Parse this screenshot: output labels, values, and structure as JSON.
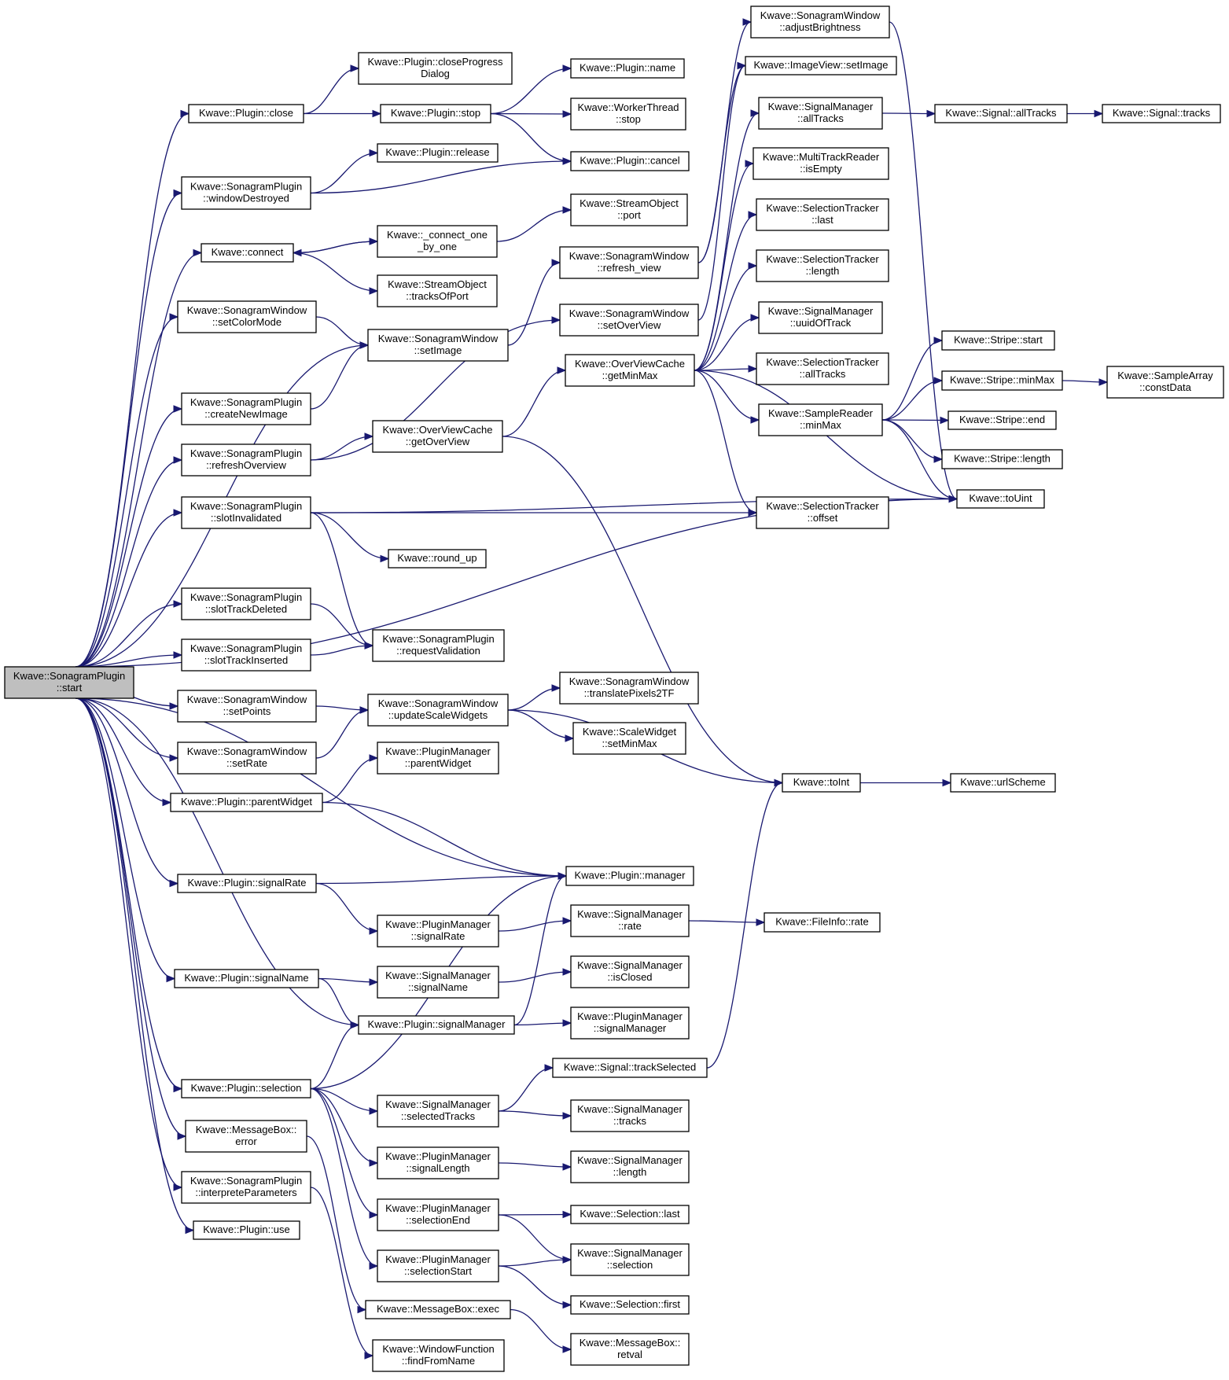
{
  "graph": {
    "edge_color": "#191970",
    "root_fill": "#bfbfbf",
    "nodes": [
      {
        "id": "start",
        "lines": [
          "Kwave::SonagramPlugin",
          "::start"
        ],
        "root": true
      },
      {
        "id": "close",
        "lines": [
          "Kwave::Plugin::close"
        ]
      },
      {
        "id": "closeProgress",
        "lines": [
          "Kwave::Plugin::closeProgress",
          "Dialog"
        ]
      },
      {
        "id": "name",
        "lines": [
          "Kwave::Plugin::name"
        ]
      },
      {
        "id": "stop",
        "lines": [
          "Kwave::Plugin::stop"
        ]
      },
      {
        "id": "wtStop",
        "lines": [
          "Kwave::WorkerThread",
          "::stop"
        ]
      },
      {
        "id": "release",
        "lines": [
          "Kwave::Plugin::release"
        ]
      },
      {
        "id": "cancel",
        "lines": [
          "Kwave::Plugin::cancel"
        ]
      },
      {
        "id": "windowDestroyed",
        "lines": [
          "Kwave::SonagramPlugin",
          "::windowDestroyed"
        ]
      },
      {
        "id": "soPort",
        "lines": [
          "Kwave::StreamObject",
          "::port"
        ]
      },
      {
        "id": "connect",
        "lines": [
          "Kwave::connect"
        ]
      },
      {
        "id": "connectOne",
        "lines": [
          "Kwave::_connect_one",
          "_by_one"
        ]
      },
      {
        "id": "tracksOfPort",
        "lines": [
          "Kwave::StreamObject",
          "::tracksOfPort"
        ]
      },
      {
        "id": "setColorMode",
        "lines": [
          "Kwave::SonagramWindow",
          "::setColorMode"
        ]
      },
      {
        "id": "swSetImage",
        "lines": [
          "Kwave::SonagramWindow",
          "::setImage"
        ]
      },
      {
        "id": "createNewImage",
        "lines": [
          "Kwave::SonagramPlugin",
          "::createNewImage"
        ]
      },
      {
        "id": "refreshOverview",
        "lines": [
          "Kwave::SonagramPlugin",
          "::refreshOverview"
        ]
      },
      {
        "id": "getOverView",
        "lines": [
          "Kwave::OverViewCache",
          "::getOverView"
        ]
      },
      {
        "id": "slotInvalidated",
        "lines": [
          "Kwave::SonagramPlugin",
          "::slotInvalidated"
        ]
      },
      {
        "id": "roundUp",
        "lines": [
          "Kwave::round_up"
        ]
      },
      {
        "id": "slotTrackDeleted",
        "lines": [
          "Kwave::SonagramPlugin",
          "::slotTrackDeleted"
        ]
      },
      {
        "id": "requestValidation",
        "lines": [
          "Kwave::SonagramPlugin",
          "::requestValidation"
        ]
      },
      {
        "id": "slotTrackInserted",
        "lines": [
          "Kwave::SonagramPlugin",
          "::slotTrackInserted"
        ]
      },
      {
        "id": "setPoints",
        "lines": [
          "Kwave::SonagramWindow",
          "::setPoints"
        ]
      },
      {
        "id": "updateScaleWidgets",
        "lines": [
          "Kwave::SonagramWindow",
          "::updateScaleWidgets"
        ]
      },
      {
        "id": "setRate",
        "lines": [
          "Kwave::SonagramWindow",
          "::setRate"
        ]
      },
      {
        "id": "pmParentWidget",
        "lines": [
          "Kwave::PluginManager",
          "::parentWidget"
        ]
      },
      {
        "id": "parentWidget",
        "lines": [
          "Kwave::Plugin::parentWidget"
        ]
      },
      {
        "id": "signalRate",
        "lines": [
          "Kwave::Plugin::signalRate"
        ]
      },
      {
        "id": "pmSignalRate",
        "lines": [
          "Kwave::PluginManager",
          "::signalRate"
        ]
      },
      {
        "id": "signalName",
        "lines": [
          "Kwave::Plugin::signalName"
        ]
      },
      {
        "id": "smSignalName",
        "lines": [
          "Kwave::SignalManager",
          "::signalName"
        ]
      },
      {
        "id": "signalManager",
        "lines": [
          "Kwave::Plugin::signalManager"
        ]
      },
      {
        "id": "selection",
        "lines": [
          "Kwave::Plugin::selection"
        ]
      },
      {
        "id": "selectedTracks",
        "lines": [
          "Kwave::SignalManager",
          "::selectedTracks"
        ]
      },
      {
        "id": "mbError",
        "lines": [
          "Kwave::MessageBox::",
          "error"
        ]
      },
      {
        "id": "signalLength",
        "lines": [
          "Kwave::PluginManager",
          "::signalLength"
        ]
      },
      {
        "id": "interprete",
        "lines": [
          "Kwave::SonagramPlugin",
          "::interpreteParameters"
        ]
      },
      {
        "id": "selectionEnd",
        "lines": [
          "Kwave::PluginManager",
          "::selectionEnd"
        ]
      },
      {
        "id": "use",
        "lines": [
          "Kwave::Plugin::use"
        ]
      },
      {
        "id": "selectionStart",
        "lines": [
          "Kwave::PluginManager",
          "::selectionStart"
        ]
      },
      {
        "id": "mbExec",
        "lines": [
          "Kwave::MessageBox::exec"
        ]
      },
      {
        "id": "findFromName",
        "lines": [
          "Kwave::WindowFunction",
          "::findFromName"
        ]
      },
      {
        "id": "adjustBrightness",
        "lines": [
          "Kwave::SonagramWindow",
          "::adjustBrightness"
        ]
      },
      {
        "id": "ivSetImage",
        "lines": [
          "Kwave::ImageView::setImage"
        ]
      },
      {
        "id": "smAllTracks",
        "lines": [
          "Kwave::SignalManager",
          "::allTracks"
        ]
      },
      {
        "id": "mtrIsEmpty",
        "lines": [
          "Kwave::MultiTrackReader",
          "::isEmpty"
        ]
      },
      {
        "id": "stLast",
        "lines": [
          "Kwave::SelectionTracker",
          "::last"
        ]
      },
      {
        "id": "stLength",
        "lines": [
          "Kwave::SelectionTracker",
          "::length"
        ]
      },
      {
        "id": "refreshView",
        "lines": [
          "Kwave::SonagramWindow",
          "::refresh_view"
        ]
      },
      {
        "id": "setOverView",
        "lines": [
          "Kwave::SonagramWindow",
          "::setOverView"
        ]
      },
      {
        "id": "uuidOfTrack",
        "lines": [
          "Kwave::SignalManager",
          "::uuidOfTrack"
        ]
      },
      {
        "id": "getMinMax",
        "lines": [
          "Kwave::OverViewCache",
          "::getMinMax"
        ]
      },
      {
        "id": "stAllTracks",
        "lines": [
          "Kwave::SelectionTracker",
          "::allTracks"
        ]
      },
      {
        "id": "srMinMax",
        "lines": [
          "Kwave::SampleReader",
          "::minMax"
        ]
      },
      {
        "id": "stOffset",
        "lines": [
          "Kwave::SelectionTracker",
          "::offset"
        ]
      },
      {
        "id": "translatePixels",
        "lines": [
          "Kwave::SonagramWindow",
          "::translatePixels2TF"
        ]
      },
      {
        "id": "swSetMinMax",
        "lines": [
          "Kwave::ScaleWidget",
          "::setMinMax"
        ]
      },
      {
        "id": "toInt",
        "lines": [
          "Kwave::toInt"
        ]
      },
      {
        "id": "manager",
        "lines": [
          "Kwave::Plugin::manager"
        ]
      },
      {
        "id": "smRate",
        "lines": [
          "Kwave::SignalManager",
          "::rate"
        ]
      },
      {
        "id": "fiRate",
        "lines": [
          "Kwave::FileInfo::rate"
        ]
      },
      {
        "id": "smIsClosed",
        "lines": [
          "Kwave::SignalManager",
          "::isClosed"
        ]
      },
      {
        "id": "pmSignalManager",
        "lines": [
          "Kwave::PluginManager",
          "::signalManager"
        ]
      },
      {
        "id": "trackSelected",
        "lines": [
          "Kwave::Signal::trackSelected"
        ]
      },
      {
        "id": "smTracks",
        "lines": [
          "Kwave::SignalManager",
          "::tracks"
        ]
      },
      {
        "id": "smLength",
        "lines": [
          "Kwave::SignalManager",
          "::length"
        ]
      },
      {
        "id": "selLast",
        "lines": [
          "Kwave::Selection::last"
        ]
      },
      {
        "id": "smSelection",
        "lines": [
          "Kwave::SignalManager",
          "::selection"
        ]
      },
      {
        "id": "selFirst",
        "lines": [
          "Kwave::Selection::first"
        ]
      },
      {
        "id": "mbRetval",
        "lines": [
          "Kwave::MessageBox::",
          "retval"
        ]
      },
      {
        "id": "sigAllTracks",
        "lines": [
          "Kwave::Signal::allTracks"
        ]
      },
      {
        "id": "sigTracks",
        "lines": [
          "Kwave::Signal::tracks"
        ]
      },
      {
        "id": "stripeStart",
        "lines": [
          "Kwave::Stripe::start"
        ]
      },
      {
        "id": "stripeMinMax",
        "lines": [
          "Kwave::Stripe::minMax"
        ]
      },
      {
        "id": "constData",
        "lines": [
          "Kwave::SampleArray",
          "::constData"
        ]
      },
      {
        "id": "stripeEnd",
        "lines": [
          "Kwave::Stripe::end"
        ]
      },
      {
        "id": "stripeLength",
        "lines": [
          "Kwave::Stripe::length"
        ]
      },
      {
        "id": "toUint",
        "lines": [
          "Kwave::toUint"
        ]
      },
      {
        "id": "urlScheme",
        "lines": [
          "Kwave::urlScheme"
        ]
      }
    ],
    "edges": [
      [
        "start",
        "close"
      ],
      [
        "start",
        "windowDestroyed"
      ],
      [
        "start",
        "connect"
      ],
      [
        "start",
        "setColorMode"
      ],
      [
        "start",
        "swSetImage"
      ],
      [
        "start",
        "createNewImage"
      ],
      [
        "start",
        "refreshOverview"
      ],
      [
        "start",
        "slotInvalidated"
      ],
      [
        "start",
        "toUint"
      ],
      [
        "start",
        "slotTrackDeleted"
      ],
      [
        "start",
        "slotTrackInserted"
      ],
      [
        "start",
        "setPoints"
      ],
      [
        "start",
        "setRate"
      ],
      [
        "start",
        "parentWidget"
      ],
      [
        "start",
        "manager"
      ],
      [
        "start",
        "signalRate"
      ],
      [
        "start",
        "signalName"
      ],
      [
        "start",
        "signalManager"
      ],
      [
        "start",
        "selection"
      ],
      [
        "start",
        "mbError"
      ],
      [
        "start",
        "interprete"
      ],
      [
        "start",
        "use"
      ],
      [
        "close",
        "closeProgress"
      ],
      [
        "close",
        "stop"
      ],
      [
        "stop",
        "name"
      ],
      [
        "stop",
        "wtStop"
      ],
      [
        "stop",
        "cancel"
      ],
      [
        "windowDestroyed",
        "release"
      ],
      [
        "windowDestroyed",
        "cancel"
      ],
      [
        "connect",
        "connectOne"
      ],
      [
        "connect",
        "tracksOfPort"
      ],
      [
        "connectOne",
        "soPort"
      ],
      [
        "connectOne",
        "connect"
      ],
      [
        "setColorMode",
        "swSetImage"
      ],
      [
        "swSetImage",
        "refreshView"
      ],
      [
        "refreshView",
        "adjustBrightness"
      ],
      [
        "refreshView",
        "ivSetImage"
      ],
      [
        "adjustBrightness",
        "toUint"
      ],
      [
        "createNewImage",
        "swSetImage"
      ],
      [
        "refreshOverview",
        "setOverView"
      ],
      [
        "refreshOverview",
        "getOverView"
      ],
      [
        "setOverView",
        "ivSetImage"
      ],
      [
        "getOverView",
        "getMinMax"
      ],
      [
        "getOverView",
        "toInt"
      ],
      [
        "getMinMax",
        "smAllTracks"
      ],
      [
        "getMinMax",
        "mtrIsEmpty"
      ],
      [
        "getMinMax",
        "stLast"
      ],
      [
        "getMinMax",
        "stLength"
      ],
      [
        "getMinMax",
        "uuidOfTrack"
      ],
      [
        "getMinMax",
        "stAllTracks"
      ],
      [
        "getMinMax",
        "srMinMax"
      ],
      [
        "getMinMax",
        "stOffset"
      ],
      [
        "getMinMax",
        "toUint"
      ],
      [
        "smAllTracks",
        "sigAllTracks"
      ],
      [
        "sigAllTracks",
        "sigTracks"
      ],
      [
        "srMinMax",
        "stripeStart"
      ],
      [
        "srMinMax",
        "stripeMinMax"
      ],
      [
        "srMinMax",
        "stripeEnd"
      ],
      [
        "srMinMax",
        "stripeLength"
      ],
      [
        "srMinMax",
        "toUint"
      ],
      [
        "stripeMinMax",
        "constData"
      ],
      [
        "slotInvalidated",
        "stOffset"
      ],
      [
        "slotInvalidated",
        "toUint"
      ],
      [
        "slotInvalidated",
        "roundUp"
      ],
      [
        "slotInvalidated",
        "requestValidation"
      ],
      [
        "slotTrackDeleted",
        "requestValidation"
      ],
      [
        "slotTrackInserted",
        "requestValidation"
      ],
      [
        "setPoints",
        "updateScaleWidgets"
      ],
      [
        "setRate",
        "updateScaleWidgets"
      ],
      [
        "updateScaleWidgets",
        "translatePixels"
      ],
      [
        "updateScaleWidgets",
        "swSetMinMax"
      ],
      [
        "updateScaleWidgets",
        "toInt"
      ],
      [
        "toInt",
        "urlScheme"
      ],
      [
        "parentWidget",
        "pmParentWidget"
      ],
      [
        "parentWidget",
        "manager"
      ],
      [
        "signalRate",
        "manager"
      ],
      [
        "signalRate",
        "pmSignalRate"
      ],
      [
        "pmSignalRate",
        "smRate"
      ],
      [
        "smRate",
        "fiRate"
      ],
      [
        "signalName",
        "smSignalName"
      ],
      [
        "signalName",
        "signalManager"
      ],
      [
        "smSignalName",
        "smIsClosed"
      ],
      [
        "signalManager",
        "manager"
      ],
      [
        "signalManager",
        "pmSignalManager"
      ],
      [
        "selection",
        "signalManager"
      ],
      [
        "selection",
        "manager"
      ],
      [
        "selection",
        "selectedTracks"
      ],
      [
        "selection",
        "signalLength"
      ],
      [
        "selection",
        "selectionEnd"
      ],
      [
        "selection",
        "selectionStart"
      ],
      [
        "selectedTracks",
        "trackSelected"
      ],
      [
        "selectedTracks",
        "smTracks"
      ],
      [
        "trackSelected",
        "toInt"
      ],
      [
        "signalLength",
        "smLength"
      ],
      [
        "selectionEnd",
        "selLast"
      ],
      [
        "selectionEnd",
        "smSelection"
      ],
      [
        "selectionStart",
        "smSelection"
      ],
      [
        "selectionStart",
        "selFirst"
      ],
      [
        "mbError",
        "mbExec"
      ],
      [
        "mbExec",
        "mbRetval"
      ],
      [
        "interprete",
        "findFromName"
      ]
    ]
  }
}
